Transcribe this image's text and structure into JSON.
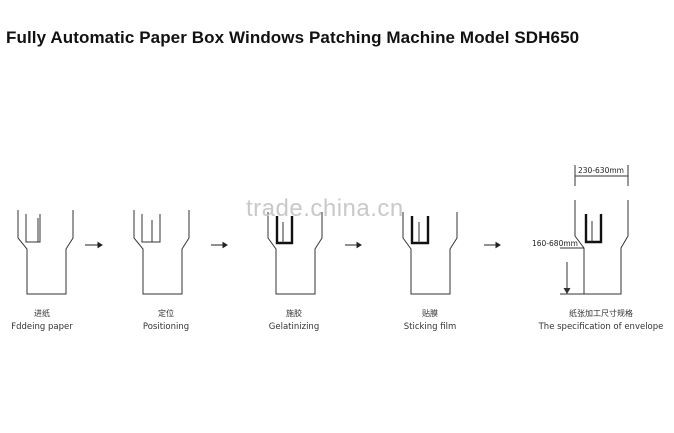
{
  "title": "Fully Automatic Paper Box Windows Patching Machine Model SDH650",
  "watermark": "trade.china.cn",
  "steps": [
    {
      "label_cn": "进纸",
      "label_en": "Fddeing paper"
    },
    {
      "label_cn": "定位",
      "label_en": "Positioning"
    },
    {
      "label_cn": "施胶",
      "label_en": "Gelatinizing"
    },
    {
      "label_cn": "贴膜",
      "label_en": "Sticking film"
    },
    {
      "label_cn": "纸张加工尺寸规格",
      "label_en": "The specification of envelope"
    }
  ],
  "dimensions": {
    "width": "230-630mm",
    "height": "160-680mm"
  },
  "colors": {
    "line": "#333333",
    "glue": "#111111",
    "watermark": "#c9c9c9"
  }
}
